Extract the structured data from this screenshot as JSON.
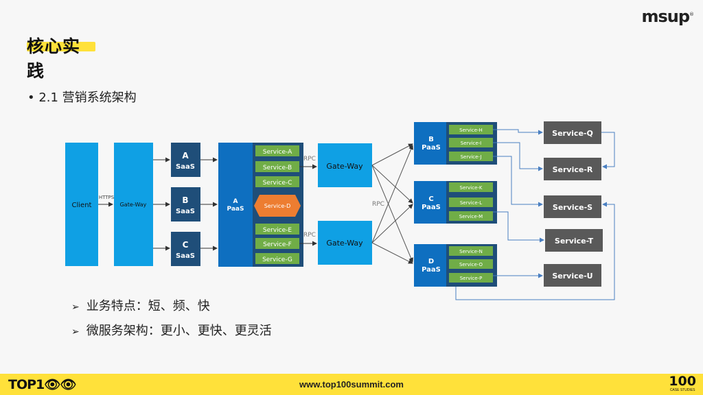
{
  "header": {
    "title": "核心实践",
    "logo": "msup",
    "logo_mark": "®"
  },
  "bullet": "• 2.1 营销系统架构",
  "features": [
    "业务特点：短、频、快",
    "微服务架构：更小、更快、更灵活"
  ],
  "feature_arrow": "➢",
  "diagram": {
    "client": "Client",
    "https": "HTTPS",
    "gateway_small": "Gate-Way",
    "saas": [
      {
        "l1": "A",
        "l2": "SaaS"
      },
      {
        "l1": "B",
        "l2": "SaaS"
      },
      {
        "l1": "C",
        "l2": "SaaS"
      }
    ],
    "a_paas": {
      "l1": "A",
      "l2": "PaaS"
    },
    "a_services": [
      "Service-A",
      "Service-B",
      "Service-C",
      "Service-D",
      "Service-E",
      "Service-F",
      "Service-G"
    ],
    "rpc": "RPC",
    "gateway_big": "Gate-Way",
    "b_paas": {
      "l1": "B",
      "l2": "PaaS",
      "services": [
        "Service-H",
        "Service-I",
        "Service-J"
      ]
    },
    "c_paas": {
      "l1": "C",
      "l2": "PaaS",
      "services": [
        "Service-K",
        "Service-L",
        "Service-M"
      ]
    },
    "d_paas": {
      "l1": "D",
      "l2": "PaaS",
      "services": [
        "Service-N",
        "Service-O",
        "Service-P"
      ]
    },
    "right_services": [
      "Service-Q",
      "Service-R",
      "Service-S",
      "Service-T",
      "Service-U"
    ],
    "colors": {
      "light_blue": "#0fa0e4",
      "dark_blue": "#1f4e79",
      "mid_blue": "#0e6fc0",
      "green": "#70ad47",
      "orange": "#ed7d31",
      "grey": "#595959"
    }
  },
  "footer": {
    "brand": "TOP1👁👁",
    "url": "www.top100summit.com",
    "right_big": "100",
    "right_small": "CASE STUDIES"
  }
}
